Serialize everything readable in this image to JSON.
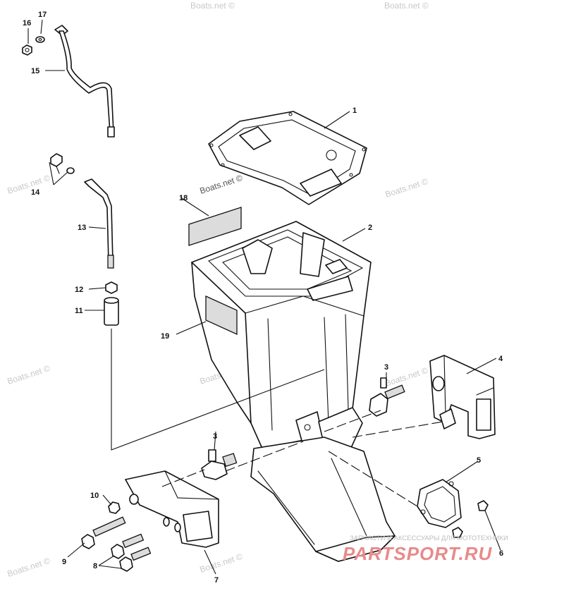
{
  "callouts": {
    "c1": "1",
    "c2": "2",
    "c3a": "3",
    "c3b": "3",
    "c4": "4",
    "c5": "5",
    "c6": "6",
    "c7": "7",
    "c8": "8",
    "c9": "9",
    "c10": "10",
    "c11": "11",
    "c12": "12",
    "c13": "13",
    "c14": "14",
    "c15": "15",
    "c16": "16",
    "c17": "17",
    "c18": "18",
    "c19": "19"
  },
  "watermarks": {
    "boats_net": "Boats.net ©"
  },
  "brand": {
    "tagline": "ЗАПЧАСТИ И АКСЕССУАРЫ ДЛЯ МОТОТЕХНИКИ",
    "logo": "PARTSPORT.RU",
    "color": "#e88a8a"
  }
}
